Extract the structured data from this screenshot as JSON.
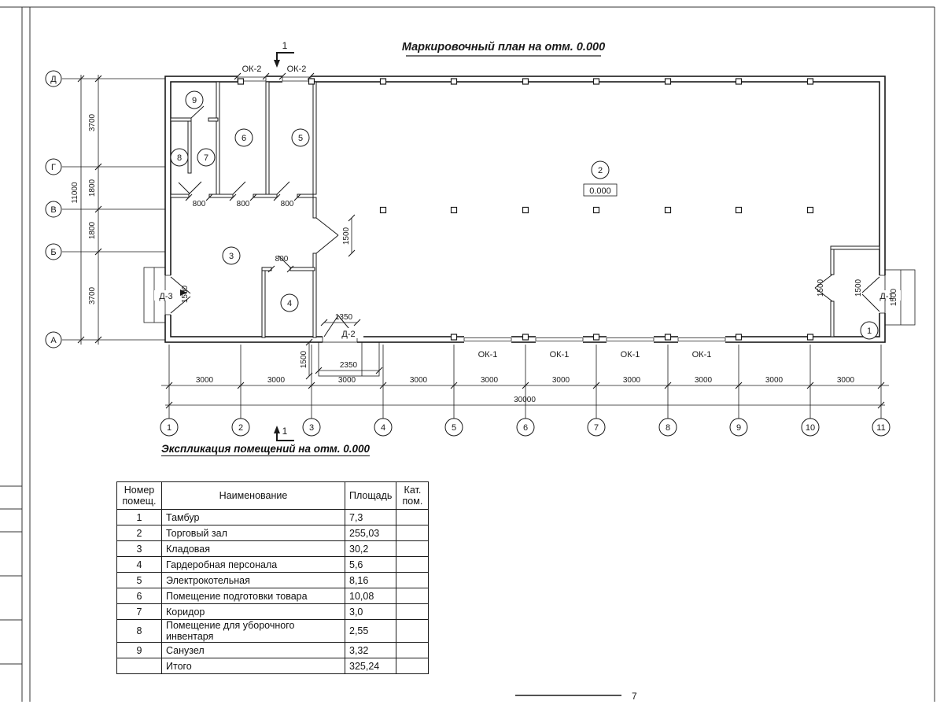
{
  "sheet": {
    "page_number": "7"
  },
  "plan": {
    "title": "Маркировочный план на отм. 0.000",
    "section_label": "1",
    "elevation_mark": "0.000",
    "row_axes": [
      "Д",
      "Г",
      "В",
      "Б",
      "А"
    ],
    "col_axes": [
      "1",
      "2",
      "3",
      "4",
      "5",
      "6",
      "7",
      "8",
      "9",
      "10",
      "11"
    ],
    "v_dims": [
      "3700",
      "1800",
      "1800",
      "3700"
    ],
    "v_total": "11000",
    "bay_dim": "3000",
    "h_total": "30000",
    "windows_top": [
      "ОК-2",
      "ОК-2"
    ],
    "windows_bottom": [
      "ОК-1",
      "ОК-1",
      "ОК-1",
      "ОК-1"
    ],
    "door_labels": {
      "d1": "Д-1",
      "d2": "Д-2",
      "d3": "Д-3"
    },
    "room_numbers": [
      "1",
      "2",
      "3",
      "4",
      "5",
      "6",
      "7",
      "8",
      "9"
    ],
    "inner_dims": {
      "d800": "800",
      "d1500": "1500",
      "d1350": "1350",
      "d2350": "2350"
    }
  },
  "schedule": {
    "title": "Экспликация помещений на отм. 0.000",
    "headers": {
      "num": "Номер помещ.",
      "name": "Наименование",
      "area": "Площадь",
      "cat": "Кат. пом."
    },
    "rows": [
      {
        "num": "1",
        "name": "Тамбур",
        "area": "7,3",
        "cat": ""
      },
      {
        "num": "2",
        "name": "Торговый зал",
        "area": "255,03",
        "cat": ""
      },
      {
        "num": "3",
        "name": "Кладовая",
        "area": "30,2",
        "cat": ""
      },
      {
        "num": "4",
        "name": "Гардеробная персонала",
        "area": "5,6",
        "cat": ""
      },
      {
        "num": "5",
        "name": "Электрокотельная",
        "area": "8,16",
        "cat": ""
      },
      {
        "num": "6",
        "name": "Помещение подготовки товара",
        "area": "10,08",
        "cat": ""
      },
      {
        "num": "7",
        "name": "Коридор",
        "area": "3,0",
        "cat": ""
      },
      {
        "num": "8",
        "name": "Помещение для уборочного инвентаря",
        "area": "2,55",
        "cat": ""
      },
      {
        "num": "9",
        "name": "Санузел",
        "area": "3,32",
        "cat": ""
      },
      {
        "num": "",
        "name": "Итого",
        "area": "325,24",
        "cat": ""
      }
    ]
  }
}
